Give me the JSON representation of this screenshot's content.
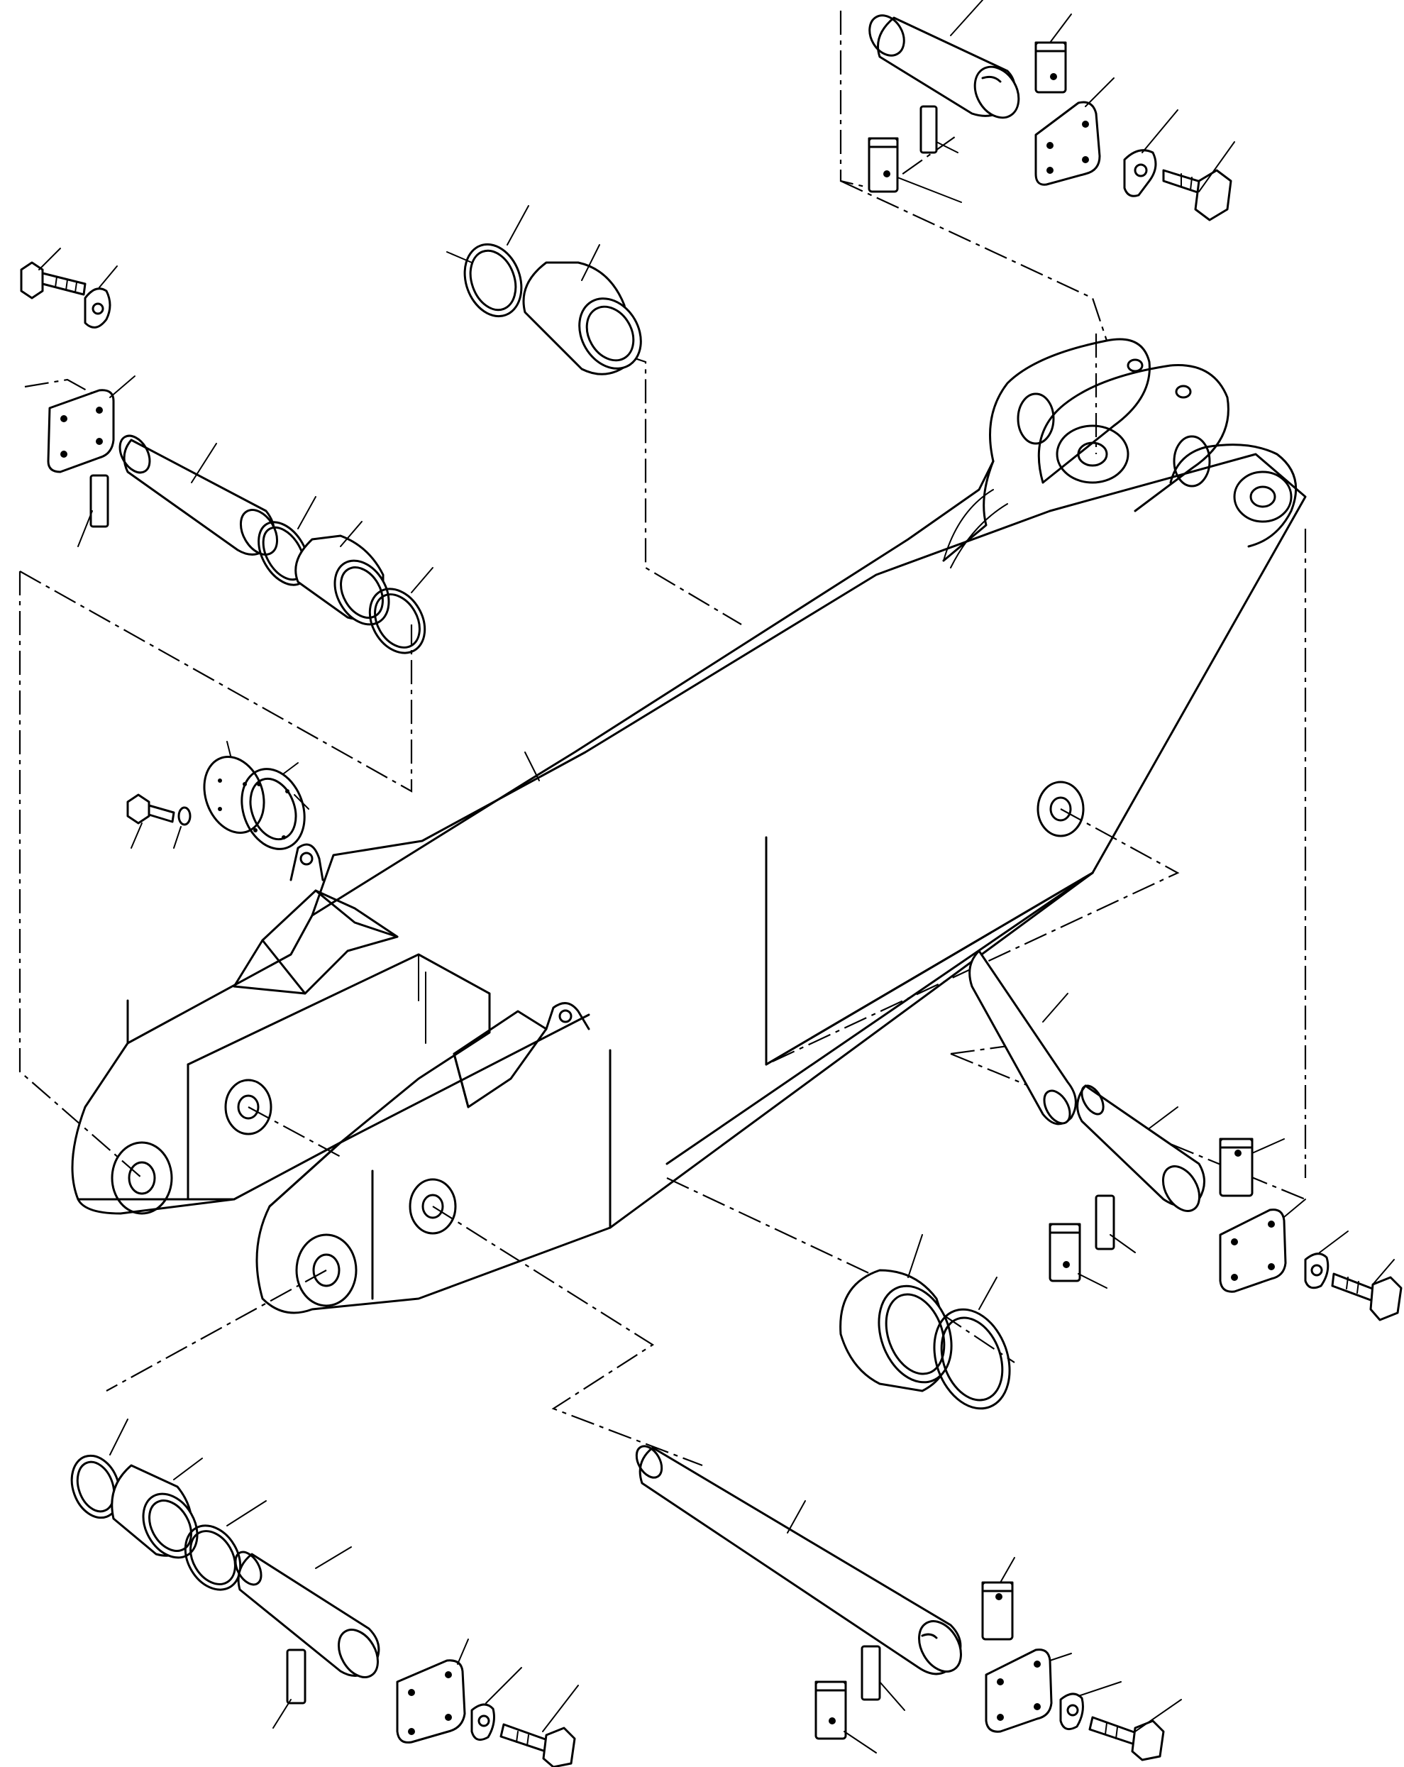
{
  "diagram": {
    "kind": "exploded-parts-illustration",
    "colors": {
      "ink": "#000000",
      "paper": "#ffffff"
    },
    "assembly": "boom-arm",
    "part_groups": [
      {
        "name": "top-right-pin-group",
        "parts": [
          "pin",
          "key",
          "key",
          "retainer-plate",
          "lock-washer",
          "bolt",
          "block"
        ]
      },
      {
        "name": "upper-left-pin-group",
        "parts": [
          "bolt",
          "lock-washer",
          "retainer-plate",
          "key",
          "pin",
          "seal-ring",
          "bushing",
          "seal-ring"
        ]
      },
      {
        "name": "top-center-bushing-group",
        "parts": [
          "seal-ring",
          "bushing"
        ]
      },
      {
        "name": "left-grease-group",
        "parts": [
          "bolt",
          "washer",
          "cover",
          "seal-ring"
        ]
      },
      {
        "name": "right-pin-group",
        "parts": [
          "pin",
          "pin",
          "block",
          "retainer-plate",
          "lock-washer",
          "bolt",
          "key",
          "block"
        ]
      },
      {
        "name": "center-bushing-group",
        "parts": [
          "bushing",
          "seal-ring"
        ]
      },
      {
        "name": "bottom-left-pin-group",
        "parts": [
          "seal-ring",
          "bushing",
          "seal-ring",
          "pin",
          "key",
          "retainer-plate",
          "lock-washer",
          "bolt"
        ]
      },
      {
        "name": "bottom-long-pin-group",
        "parts": [
          "long-pin",
          "block",
          "retainer-plate",
          "lock-washer",
          "bolt",
          "key",
          "block"
        ]
      }
    ]
  }
}
